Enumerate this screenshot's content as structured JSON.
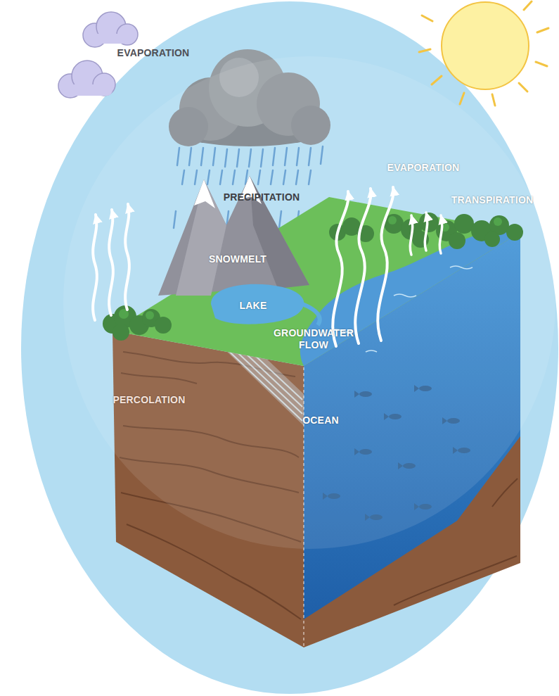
{
  "diagram": {
    "labels": [
      "EVAPORATION",
      "PRECIPITATION",
      "EVAPORATION",
      "TRANSPIRATION",
      "SNOWMELT",
      "LAKE",
      "GROUNDWATER FLOW",
      "PERCOLATION",
      "OCEAN"
    ]
  }
}
